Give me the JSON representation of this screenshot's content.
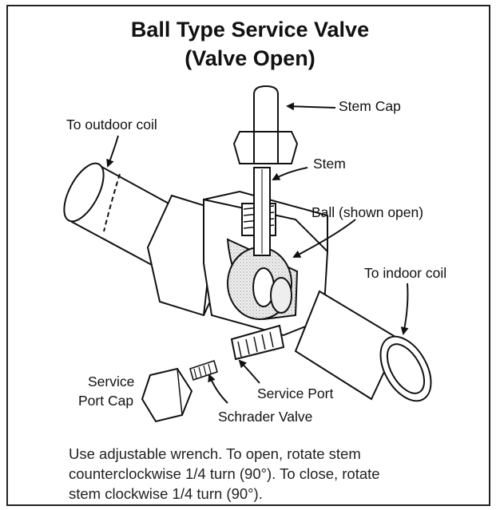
{
  "title_line1": "Ball Type Service Valve",
  "title_line2": "(Valve Open)",
  "labels": {
    "stem_cap": "Stem Cap",
    "outdoor_coil": "To outdoor coil",
    "stem": "Stem",
    "ball": "Ball (shown open)",
    "indoor_coil": "To indoor coil",
    "service_port_cap_line1": "Service",
    "service_port_cap_line2": "Port Cap",
    "service_port": "Service Port",
    "schrader_valve": "Schrader Valve"
  },
  "caption": {
    "line1": "Use adjustable wrench. To open, rotate stem",
    "line2": "counterclockwise 1/4 turn (90°). To close, rotate",
    "line3": "stem clockwise 1/4 turn (90°)."
  }
}
